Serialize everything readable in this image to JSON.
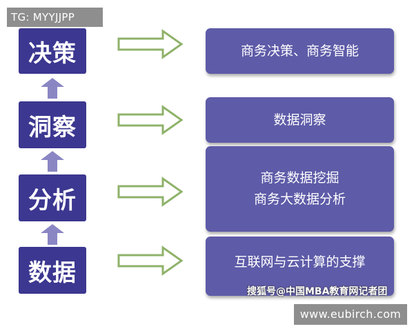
{
  "tg_tag": "TG: MYYJJPP",
  "levels": [
    {
      "label": "决策"
    },
    {
      "label": "洞察"
    },
    {
      "label": "分析"
    },
    {
      "label": "数据"
    }
  ],
  "panels": [
    {
      "lines": [
        "商务决策、商务智能"
      ]
    },
    {
      "lines": [
        "数据洞察"
      ]
    },
    {
      "lines": [
        "商务数据挖掘",
        "商务大数据分析"
      ]
    },
    {
      "lines": [
        "互联网与云计算的支撑"
      ]
    }
  ],
  "watermark": "搜狐号@中国MBA教育网记者团",
  "site_tag": "www.eubirch.com",
  "colors": {
    "level_box": "#3c3790",
    "panel": "#5e5ba8",
    "arrow_outline": "#8fb26a",
    "up_arrow": "#8a86c4",
    "tag_bg": "#8e8e8e"
  }
}
